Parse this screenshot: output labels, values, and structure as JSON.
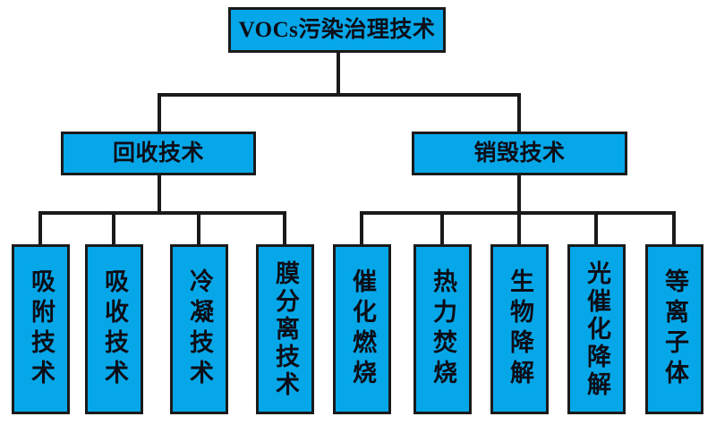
{
  "diagram": {
    "type": "tree",
    "title": "VOCs污染治理技术",
    "colors": {
      "node_fill": "#06a7e8",
      "node_border": "#1a1a1a",
      "text": "#0d0d17",
      "line": "#1a1a1a",
      "background": "#ffffff"
    },
    "root": {
      "label": "VOCs污染治理技术"
    },
    "branches": [
      {
        "label": "回收技术",
        "children": [
          {
            "label": "吸附技术",
            "chars": 4
          },
          {
            "label": "吸收技术",
            "chars": 4
          },
          {
            "label": "冷凝技术",
            "chars": 4
          },
          {
            "label": "膜分离技术",
            "chars": 5
          }
        ]
      },
      {
        "label": "销毁技术",
        "children": [
          {
            "label": "催化燃烧",
            "chars": 4
          },
          {
            "label": "热力焚烧",
            "chars": 4
          },
          {
            "label": "生物降解",
            "chars": 4
          },
          {
            "label": "光催化降解",
            "chars": 5
          },
          {
            "label": "等离子体",
            "chars": 4
          }
        ]
      }
    ]
  }
}
